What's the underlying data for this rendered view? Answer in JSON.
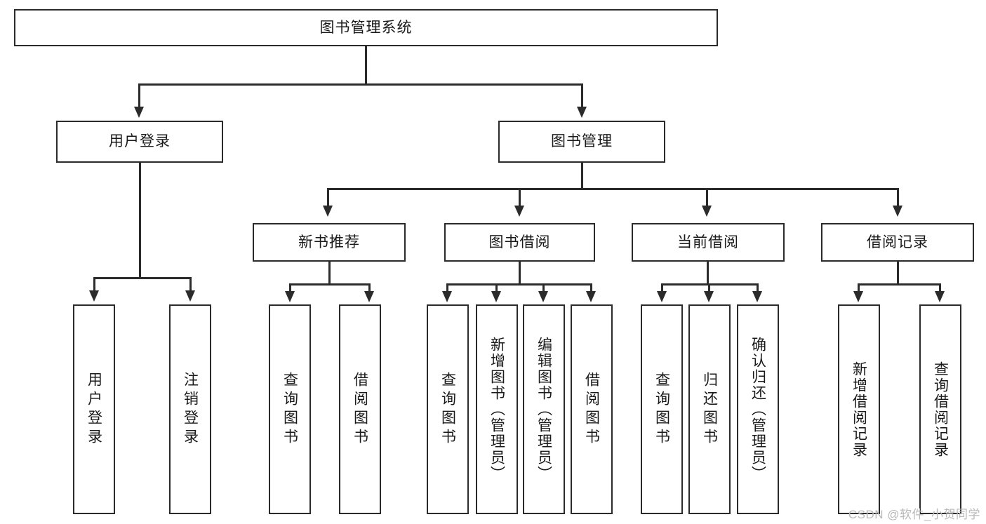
{
  "diagram": {
    "type": "tree-hierarchy",
    "title": "图书管理系统",
    "root": {
      "label": "图书管理系统"
    },
    "level2": [
      {
        "label": "用户登录"
      },
      {
        "label": "图书管理"
      }
    ],
    "level3": [
      {
        "label": "新书推荐"
      },
      {
        "label": "图书借阅"
      },
      {
        "label": "当前借阅"
      },
      {
        "label": "借阅记录"
      }
    ],
    "leaves": {
      "user_login": [
        {
          "label": "用户登录"
        },
        {
          "label": "注销登录"
        }
      ],
      "new_book_recommend": [
        {
          "label": "查询图书"
        },
        {
          "label": "借阅图书"
        }
      ],
      "book_borrow": [
        {
          "label": "查询图书"
        },
        {
          "label": "新增图书（管理员）"
        },
        {
          "label": "编辑图书（管理员）"
        },
        {
          "label": "借阅图书"
        }
      ],
      "current_borrow": [
        {
          "label": "查询图书"
        },
        {
          "label": "归还图书"
        },
        {
          "label": "确认归还（管理员）"
        }
      ],
      "borrow_record": [
        {
          "label": "新增借阅记录"
        },
        {
          "label": "查询借阅记录"
        }
      ]
    }
  },
  "watermark": {
    "text": "CSDN @软件_小贺同学"
  },
  "colors": {
    "stroke": "#2b2b2b",
    "background": "#ffffff",
    "text": "#1a1a1a",
    "watermark": "#b9b9b9"
  }
}
